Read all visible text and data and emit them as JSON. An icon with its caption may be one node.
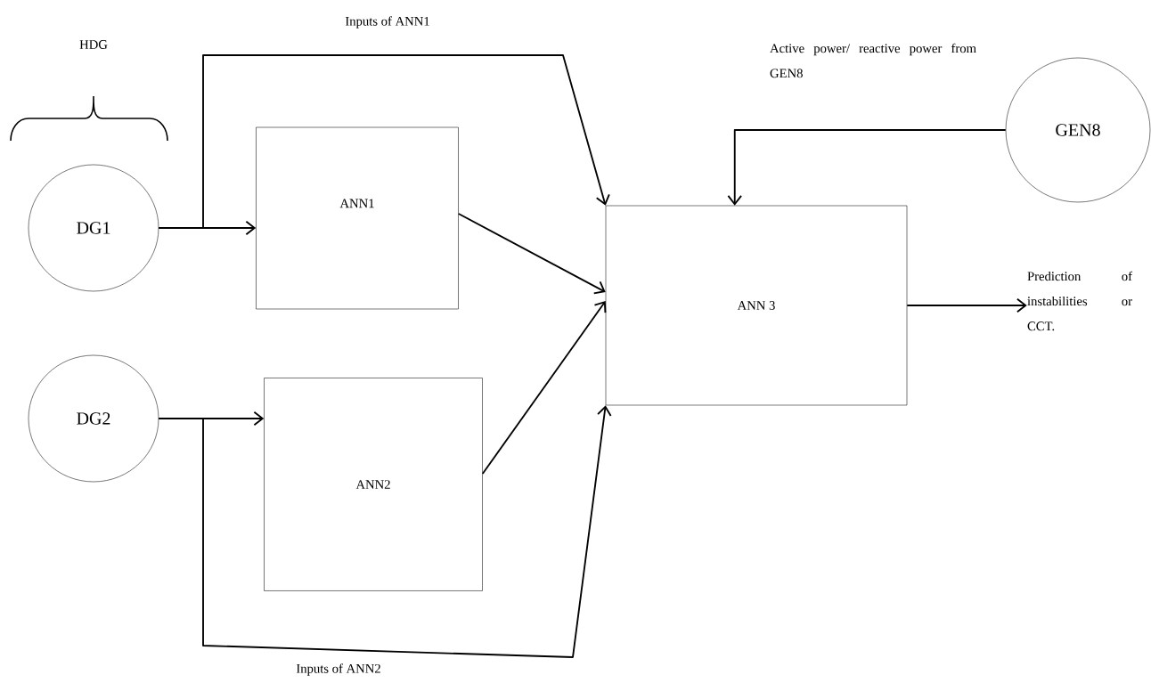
{
  "diagram": {
    "nodes": [
      {
        "text": [
          "DG1"
        ]
      },
      {
        "text": [
          "DG2"
        ]
      },
      {
        "text": [
          "ANN1"
        ]
      },
      {
        "text": [
          "ANN2"
        ]
      },
      {
        "text": [
          "ANN 3"
        ]
      },
      {
        "text": [
          "GEN8"
        ]
      },
      {
        "text": [
          "Prediction of instabilities or CCT."
        ]
      }
    ],
    "edges": [
      {
        "from": 0,
        "to": 2,
        "arrow": "to"
      },
      {
        "from": 0,
        "to": 4,
        "arrow": "to",
        "label": "Inputs of ANN1"
      },
      {
        "from": 1,
        "to": 3,
        "arrow": "to"
      },
      {
        "from": 1,
        "to": 4,
        "arrow": "to",
        "label": "Inputs of ANN2"
      },
      {
        "from": 2,
        "to": 4,
        "arrow": "to"
      },
      {
        "from": 3,
        "to": 4,
        "arrow": "to"
      },
      {
        "from": 5,
        "to": 4,
        "arrow": "to",
        "label": "Active power/ reactive power from GEN8"
      },
      {
        "from": 4,
        "to": 6,
        "arrow": "to"
      }
    ],
    "labels": [
      "HDG"
    ]
  }
}
